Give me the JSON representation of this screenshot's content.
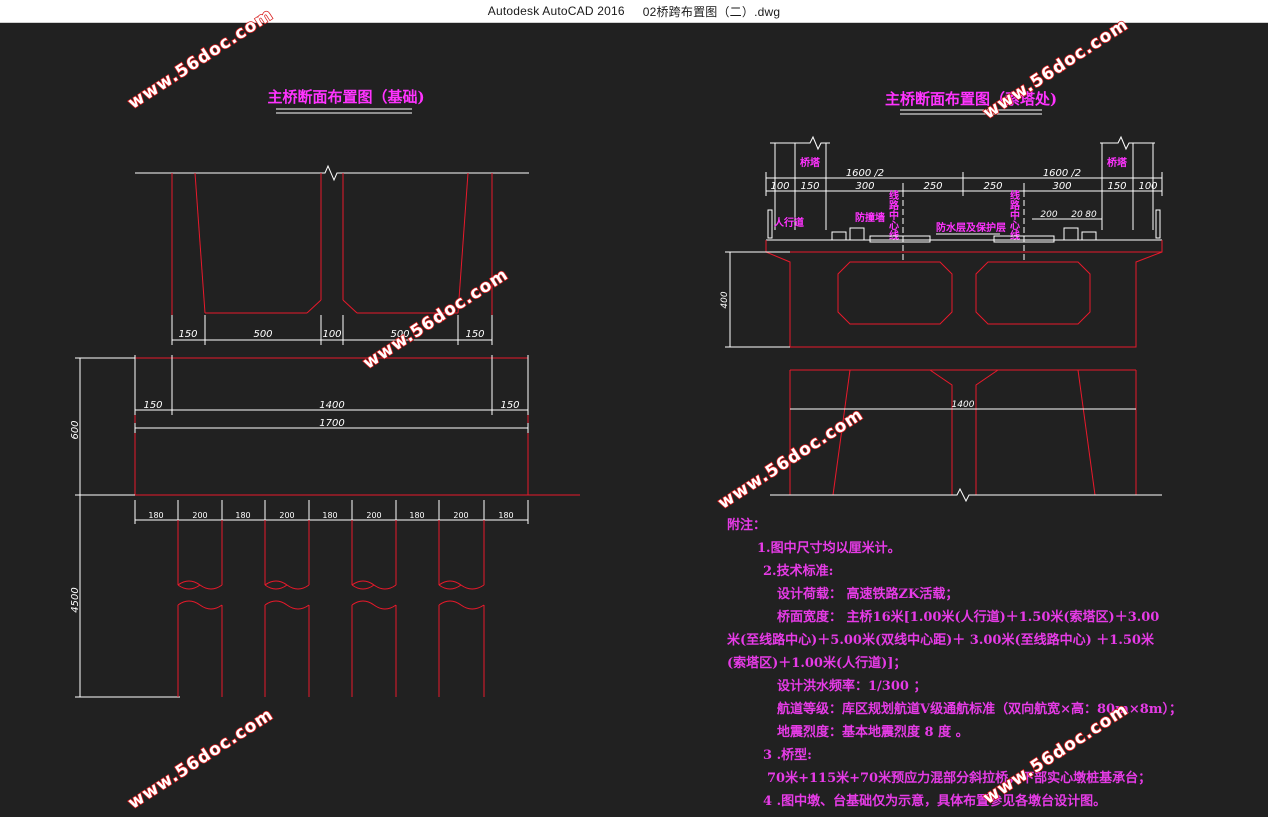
{
  "window": {
    "app": "Autodesk AutoCAD 2016",
    "file": "02桥跨布置图（二）.dwg"
  },
  "left_view": {
    "title": "主桥断面布置图（基础)",
    "dims_top": [
      "150",
      "500",
      "100",
      "500",
      "150"
    ],
    "dims_mid": [
      "150",
      "1400",
      "150"
    ],
    "dim_total": "1700",
    "dim_height_cap": "600",
    "dim_height_pile": "4500",
    "dims_piles": [
      "180",
      "200",
      "180",
      "200",
      "180",
      "200",
      "180",
      "200",
      "180"
    ]
  },
  "right_view": {
    "title": "主桥断面布置图（索塔处)",
    "label_tower_l": "桥塔",
    "label_tower_r": "桥塔",
    "half_width_l": "1600 /2",
    "half_width_r": "1600 /2",
    "dims_deck": [
      "100",
      "150",
      "300",
      "250",
      "250",
      "300",
      "150",
      "100"
    ],
    "label_walkway": "人行道",
    "label_collision": "防撞墙",
    "label_waterproof": "防水层及保护层",
    "label_center_l": "线路中心线",
    "label_center_r": "线路中心线",
    "dims_deck_small": [
      "200",
      "20",
      "80"
    ],
    "dim_girder_height": "400",
    "dim_tower_width": "1400"
  },
  "notes": {
    "heading": "附注：",
    "n1": "1.图中尺寸均以厘米计。",
    "n2": "2.技术标准:",
    "n2a": "设计荷载：  高速铁路ZK活载；",
    "n2b": "桥面宽度：  主桥16米[1.00米(人行道)＋1.50米(索塔区)＋3.00米(至线路中心)＋5.00米(双线中心距)＋ 3.00米(至线路中心) ＋1.50米(索塔区)＋1.00米(人行道)]；",
    "n2c": "设计洪水频率：1/300 ；",
    "n2d": "航道等级：库区规划航道Ⅴ级通航标准（双向航宽×高：80m×8m）；",
    "n2e": "地震烈度：基本地震烈度 8 度 。",
    "n3": "3 .桥型:",
    "n3a": "70米+115米+70米预应力混部分斜拉桥，下部实心墩桩基承台；",
    "n4": "4 .图中墩、台基础仅为示意，具体布置参见各墩台设计图。"
  },
  "watermark": "www.56doc.com",
  "colors": {
    "background": "#212121",
    "structure": "#e8192b",
    "dimension": "#ffffff",
    "title": "#ff33ff",
    "watermark_stroke": "#d81b1b"
  }
}
